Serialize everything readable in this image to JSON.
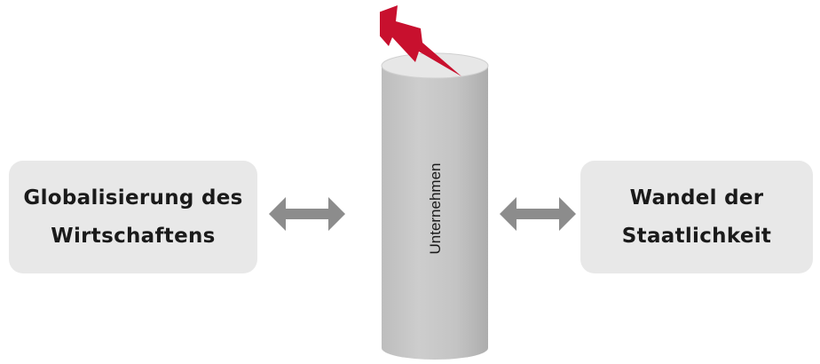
{
  "left_box": {
    "line1": "Globalisierung des",
    "line2": "Wirtschaftens"
  },
  "right_box": {
    "line1": "Wandel der",
    "line2": "Staatlichkeit"
  },
  "pillar": {
    "label": "Unternehmen"
  },
  "icons": {
    "lightning": "lightning-bolt-icon",
    "arrows": "double-arrow-icon"
  },
  "colors": {
    "box_fill": "#e8e8e8",
    "arrow": "#8c8c8c",
    "cylinder": "#c8c8c8",
    "lightning": "#c8102e"
  }
}
